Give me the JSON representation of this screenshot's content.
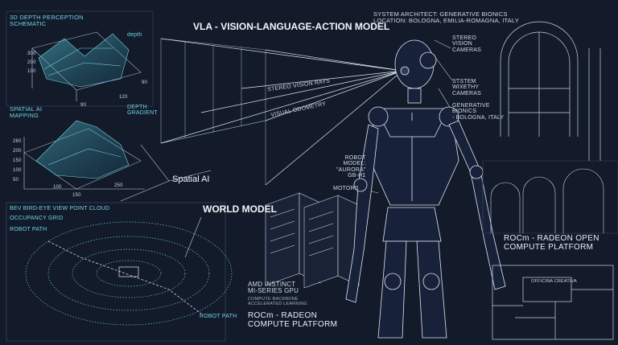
{
  "titles": {
    "vla": "VLA - VISION-LANGUAGE-ACTION MODEL",
    "world_model": "WORLD MODEL",
    "spatial_ai": "Spatial AI",
    "rocm_right": [
      "ROCm - RADEON OPEN",
      "COMPUTE PLATFORM"
    ],
    "rocm_bottom": [
      "ROCm - RADEON",
      "COMPUTE PLATFORM"
    ]
  },
  "architect": [
    "SYSTEM ARCHITECT: GENERATIVE BIONICS",
    "LOCATION: BOLOGNA, EMILIA-ROMAGNA, ITALY"
  ],
  "depth_panel": {
    "title": [
      "3D DEPTH PERCEPTION",
      "SCHEMATIC"
    ],
    "depth_label": "depth",
    "depth_gradient": [
      "DEPTH",
      "GRADIENT"
    ],
    "ticks_y": [
      "300",
      "200",
      "100"
    ],
    "ticks_x": [
      "90",
      "120",
      "90"
    ]
  },
  "spatial_panel": {
    "title": [
      "SPATIAL AI",
      "MAPPING"
    ],
    "ticks_y": [
      "260",
      "200",
      "150",
      "100",
      "50"
    ],
    "ticks_x": [
      "100",
      "150",
      "250"
    ]
  },
  "bev_panel": {
    "title": "BEV BIRD-EYE VIEW POINT CLOUD",
    "occupancy": "OCCUPANCY GRID",
    "robot_path_top": "ROBOT PATH",
    "robot_path_bottom": "ROBOT PATH"
  },
  "rays": {
    "stereo": "STEREO VISION RAYS",
    "odometry": "VISUAL ODOMETRY"
  },
  "robot": {
    "stereo_cameras": [
      "STEREO",
      "VISION",
      "CAMERAS"
    ],
    "stsem_cameras": [
      "STSTEM",
      "WIXETHY",
      "CAMERAS"
    ],
    "generative": [
      "GENERATIVE",
      "BIONICS",
      "- BOLOGNA, ITALY"
    ],
    "model": [
      "ROBOT",
      "MODEL:",
      "\"AURORA\"",
      "GB-H1"
    ],
    "motors": "MOTORS"
  },
  "gpu": {
    "name": [
      "AMD INSTINCT",
      "MI-SERIES GPU"
    ],
    "sub": [
      "COMPUTE BACKBONE",
      "ACCELERATED LEARNING"
    ]
  },
  "floorplan": {
    "room": "OFFICINA CREATIVA"
  },
  "colors": {
    "background": "#131a2a",
    "line": "#c9d6e4",
    "accent": "#5fcfe0"
  }
}
